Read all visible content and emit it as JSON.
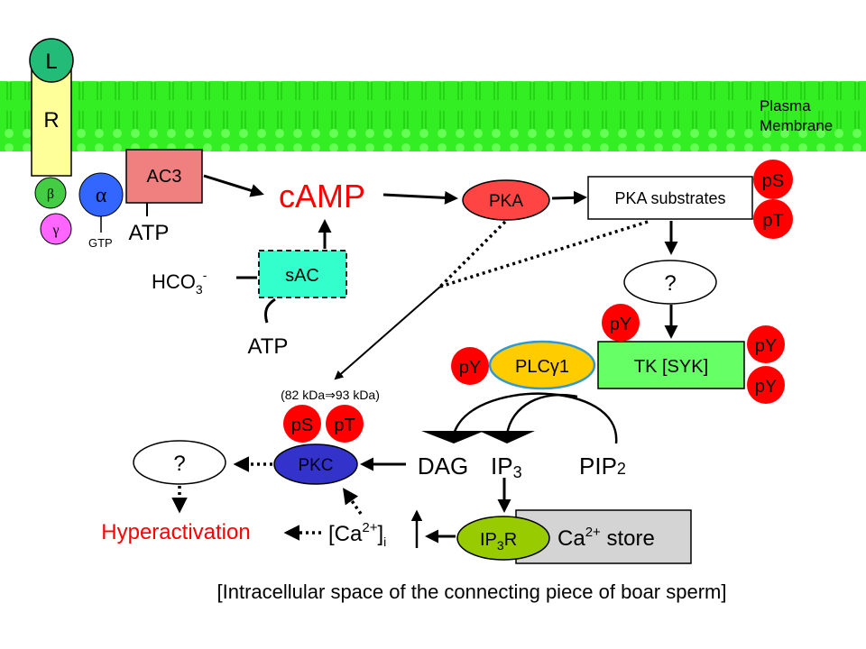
{
  "membrane_label": [
    "Plasma",
    "Membrane"
  ],
  "receptor": {
    "ligand": "L",
    "receptor": "R"
  },
  "g_protein": {
    "alpha": "α",
    "beta": "β",
    "gamma": "γ",
    "gtp": "GTP"
  },
  "enzymes": {
    "ac3": "AC3",
    "sac": "sAC",
    "pka": "PKA",
    "pka_substrates": "PKA substrates",
    "plc": "PLCγ1",
    "tk": "TK [SYK]",
    "pkc": "PKC",
    "ip3r": "IP3R",
    "ca_store": "Ca2+ store"
  },
  "metabolites": {
    "atp_top": "ATP",
    "atp_bottom": "ATP",
    "camp": "cAMP",
    "hco3": "HCO3-",
    "dag": "DAG",
    "ip3": "IP3",
    "pip2": "PIP2",
    "ca_i": "[Ca2+]i"
  },
  "phospho_labels": {
    "ps": "pS",
    "pt": "pT",
    "py": "pY"
  },
  "unknown": "?",
  "mass_shift": "(82 kDa⇒93 kDa)",
  "outcome": "Hyperactivation",
  "caption": "[Intracellular space of the connecting piece of boar sperm]",
  "colors": {
    "membrane": "#33ee22",
    "camp": "#ff0000",
    "outcome": "#ff0000",
    "phospho": "#ff0000",
    "pka": "#ff4444",
    "pkc": "#3333cc",
    "plc": "#ffcc00",
    "tk": "#66ff66",
    "ac3": "#f08080",
    "sac": "#33ffcc",
    "ip3r": "#99cc00",
    "ca_store": "#d4d4d4",
    "receptor": "#ffff99",
    "ligand": "#22bb77",
    "alpha": "#3366ff",
    "beta": "#44cc44",
    "gamma": "#ff66ff"
  }
}
